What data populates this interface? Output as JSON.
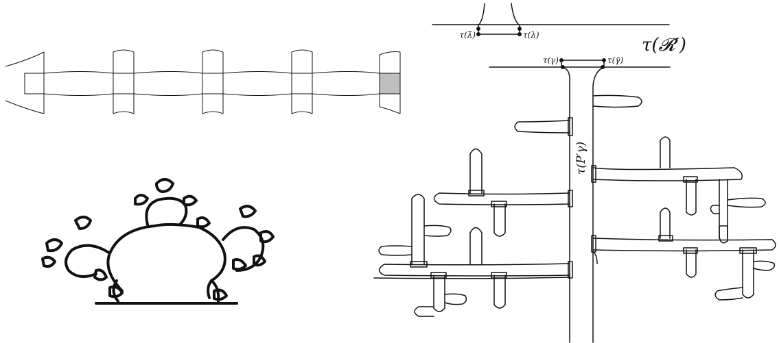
{
  "labels": {
    "tau_lambda_bar": "τ(λ̄)",
    "tau_lambda": "τ(λ)",
    "tau_gamma": "τ(γ)",
    "tau_gamma_bar": "τ(γ̄)",
    "tau_R_prime": "τ(𝓡′)",
    "tau_P_gamma": "τ(P′γ)"
  },
  "colors": {
    "ink": "#111111",
    "highlight_square": "#bfbfbf"
  }
}
